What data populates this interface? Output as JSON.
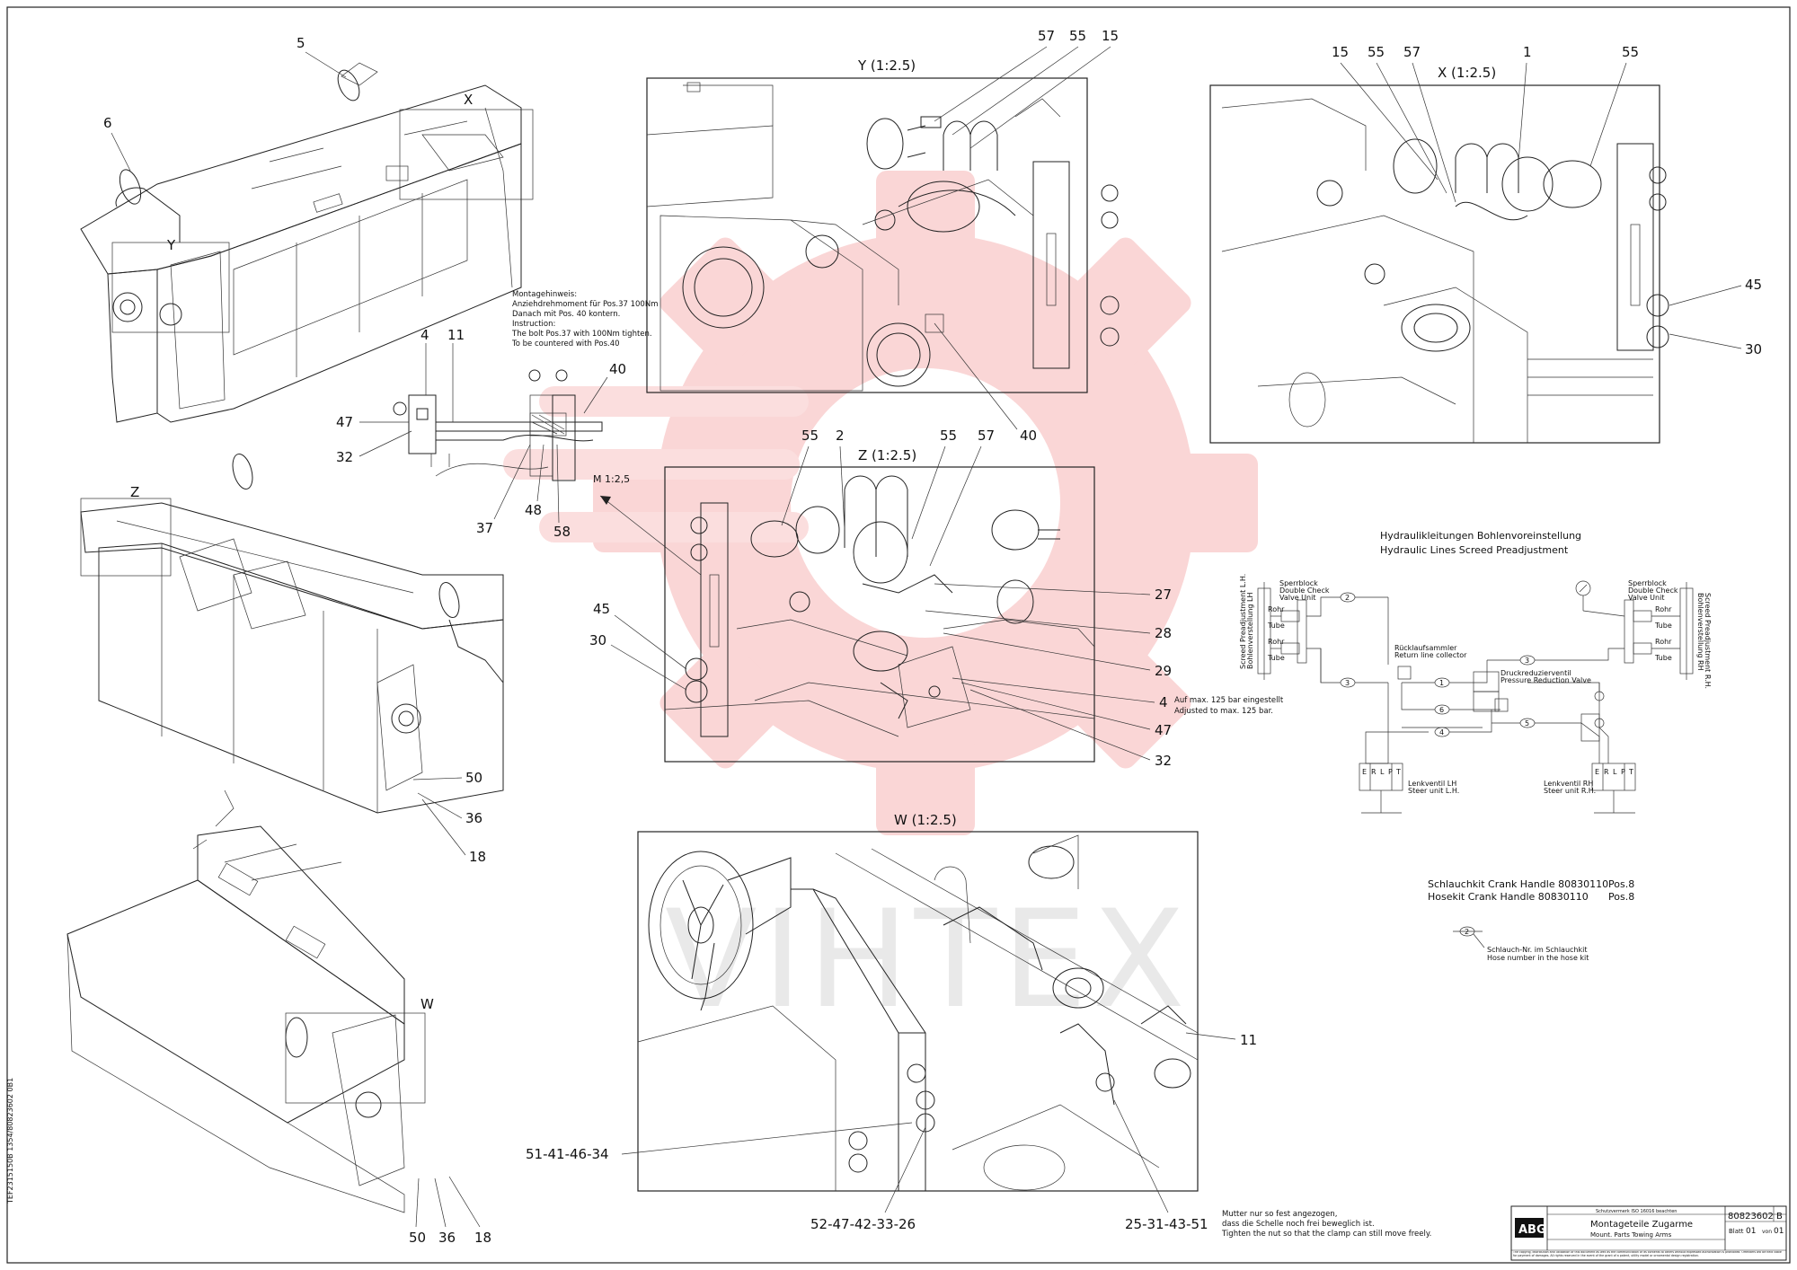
{
  "sheet_code_vertical": "TEF2315150B 1354/80823602 0B1",
  "watermark": "VIHTEX",
  "views": {
    "y": "Y (1:2.5)",
    "x": "X (1:2.5)",
    "z": "Z (1:2.5)",
    "w": "W (1:2.5)",
    "m": "M 1:2,5"
  },
  "view_markers": {
    "x": "X",
    "y": "Y",
    "z": "Z",
    "w": "W"
  },
  "callouts": {
    "iso1": [
      "5",
      "6"
    ],
    "iso2": [
      "50",
      "36",
      "18"
    ],
    "iso3": [
      "50",
      "36",
      "18"
    ],
    "detail_m": [
      "4",
      "11",
      "40",
      "47",
      "32",
      "37",
      "48",
      "58"
    ],
    "view_y": [
      "57",
      "55",
      "15",
      "40"
    ],
    "view_x": [
      "15",
      "55",
      "57",
      "1",
      "55",
      "45",
      "30"
    ],
    "view_z_top": [
      "55",
      "2",
      "55",
      "57"
    ],
    "view_z_left": [
      "45",
      "30"
    ],
    "view_z_right": [
      "27",
      "28",
      "29",
      "4",
      "47",
      "32"
    ],
    "view_w": [
      "11",
      "51-41-46-34",
      "52-47-42-33-26",
      "25-31-43-51"
    ]
  },
  "notes": {
    "mounting": [
      "Montagehinweis:",
      "Anziehdrehmoment für Pos.37 100Nm",
      "Danach mit Pos. 40 kontern.",
      "Instruction:",
      "The bolt Pos.37 with 100Nm tighten.",
      "To be countered with Pos.40"
    ],
    "pressure": [
      "Auf max. 125 bar eingestellt",
      "Adjusted to max. 125 bar."
    ],
    "nut": [
      "Mutter nur so fest angezogen,",
      "dass die Schelle noch frei beweglich ist.",
      "Tighten the nut so that the clamp can still move freely."
    ]
  },
  "schematic": {
    "title_de": "Hydraulikleitungen Bohlenvoreinstellung",
    "title_en": "Hydraulic Lines Screed Preadjustment",
    "cyl_left": [
      "Bohlenverstellung LH",
      "Screed Preadjustment L.H."
    ],
    "cyl_right": [
      "Bohlenverstellung RH",
      "Screed Preadjustment R.H."
    ],
    "valve_left": [
      "Sperrblock",
      "Double Check",
      "Valve Unit"
    ],
    "valve_right": [
      "Sperrblock",
      "Double Check",
      "Valve Unit"
    ],
    "rohr": "Rohr",
    "tube": "Tube",
    "return": [
      "Rücklaufsammler",
      "Return line collector"
    ],
    "reduction": [
      "Druckreduzierventil",
      "Pressure Reduction Valve"
    ],
    "steer_left": [
      "Lenkventil LH",
      "Steer unit L.H."
    ],
    "steer_right": [
      "Lenkventil RH",
      "Steer unit R.H."
    ],
    "ports": [
      "E",
      "R",
      "L",
      "P",
      "T"
    ],
    "hose_numbers": [
      "2",
      "3",
      "3",
      "1",
      "6",
      "4",
      "5"
    ],
    "hose_legend": [
      "Schlauch-Nr. im Schlauchkit",
      "Hose number in the hose kit"
    ]
  },
  "hosekit": [
    {
      "text": "Schlauchkit Crank Handle 80830110",
      "pos": "Pos.8"
    },
    {
      "text": "Hosekit Crank Handle 80830110",
      "pos": "Pos.8"
    }
  ],
  "titleblock": {
    "logo": "ABG",
    "subtitle": "Schutzvermerk ISO 16016 beachten",
    "title_de": "Montageteile Zugarme",
    "title_en": "Mount. Parts Towing Arms",
    "drawing_no": "80823602",
    "revision": "B",
    "sheet_label": "Blatt",
    "sheet": "01",
    "of_label": "von",
    "total": "01",
    "disclaimer": "The copying, distribution and utilization of this document as well as the communication of its contents to others without expressed authorization is prohibited. Offenders will be held liable for payment of damages. All rights reserved in the event of the grant of a patent, utility model or ornamental design registration."
  },
  "colors": {
    "watermark_red": "#f4a8a8",
    "line": "#222222"
  }
}
